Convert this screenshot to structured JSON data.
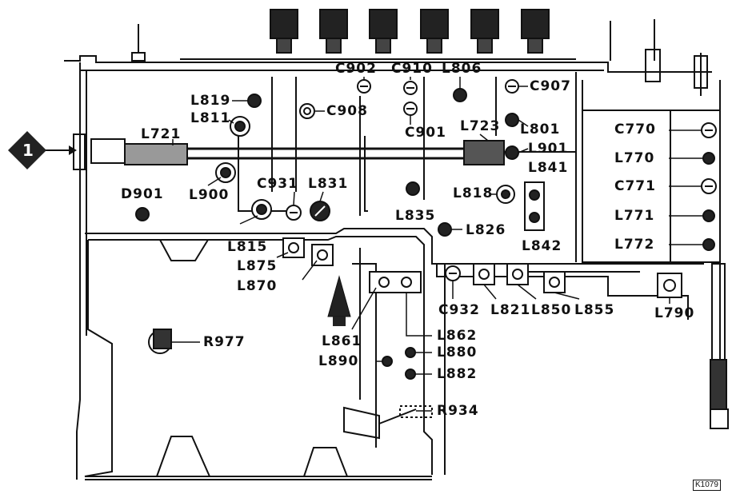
{
  "colors": {
    "ink": "#111111",
    "paper": "#ffffff",
    "fill": "#2a2a2a"
  },
  "marker": "1",
  "reference_code": "K1079",
  "labels": {
    "C902": "C902",
    "C910": "C910",
    "L806": "L806",
    "C907": "C907",
    "L819": "L819",
    "L811": "L811",
    "C908": "C908",
    "C901": "C901",
    "L723": "L723",
    "L801": "L801",
    "L721": "L721",
    "L901": "L901",
    "C770": "C770",
    "L770": "L770",
    "L841": "L841",
    "C771": "C771",
    "D901": "D901",
    "L900": "L900",
    "C931": "C931",
    "L831": "L831",
    "L818": "L818",
    "L771": "L771",
    "L835": "L835",
    "L826": "L826",
    "L842": "L842",
    "L772": "L772",
    "L815": "L815",
    "L875": "L875",
    "L870": "L870",
    "C932": "C932",
    "L821": "L821",
    "L850": "L850",
    "L855": "L855",
    "L790": "L790",
    "R977": "R977",
    "L861": "L861",
    "L862": "L862",
    "L880": "L880",
    "L890": "L890",
    "L882": "L882",
    "R934": "R934"
  }
}
